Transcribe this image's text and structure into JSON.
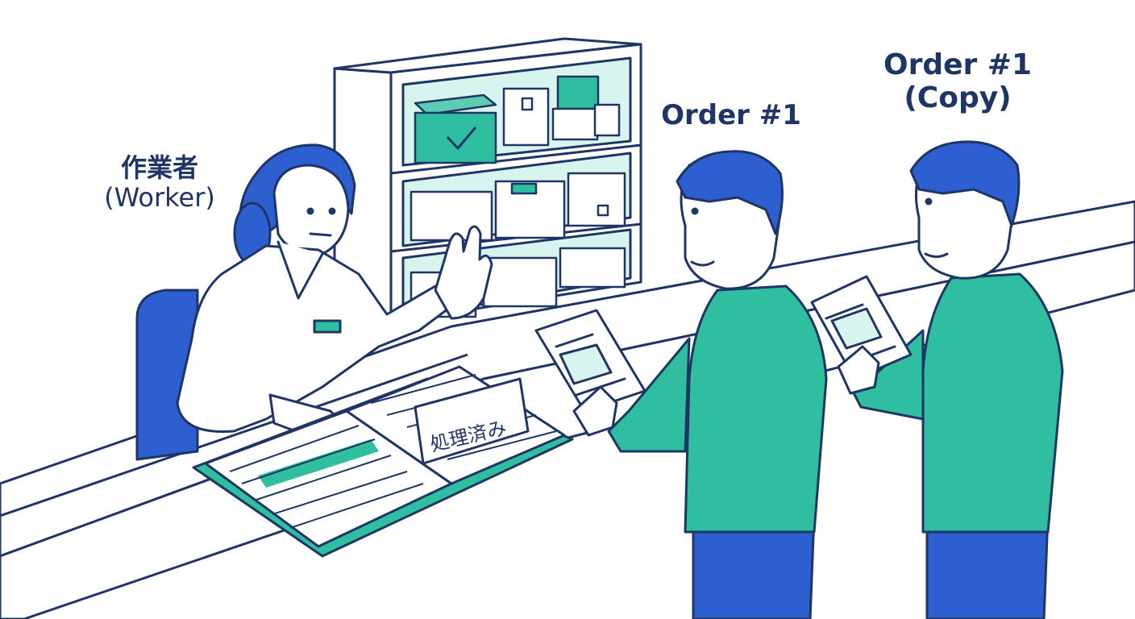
{
  "labels": {
    "worker_ja": "作業者",
    "worker_en": "(Worker)",
    "order1": "Order #1",
    "order1_copy_line1": "Order #1",
    "order1_copy_line2": "(Copy)",
    "processed_tag": "処理済み"
  },
  "colors": {
    "outline": "#1f3566",
    "blue": "#2d5fd0",
    "green": "#2fbfa0",
    "light_green": "#d8f4ee",
    "mint": "#5ccdb3"
  }
}
